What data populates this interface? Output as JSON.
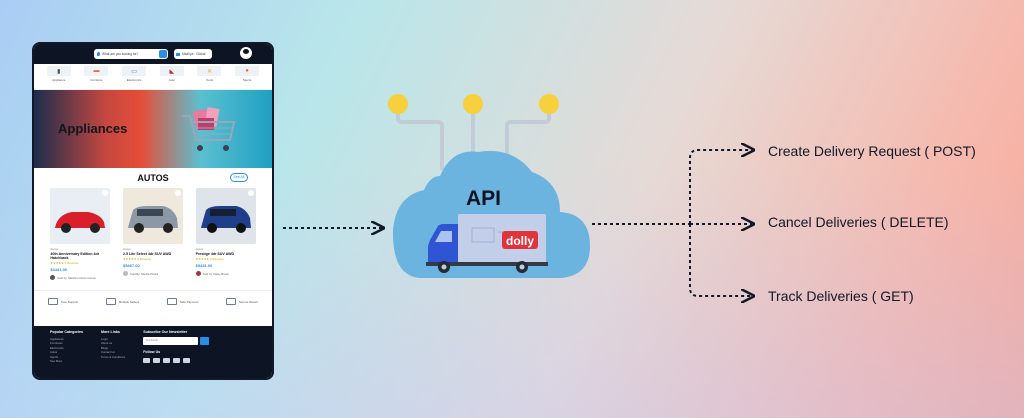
{
  "mock": {
    "search_placeholder": "What are you looking for?",
    "location": "Madhya · Global",
    "categories": [
      "Appliance",
      "Furniture",
      "Electronics",
      "Auto",
      "Tools",
      "Sports"
    ],
    "banner_title": "Appliances",
    "section_title": "AUTOS",
    "see_all": "See All",
    "cards": [
      {
        "category": "Autos",
        "name": "40th Anniversary Edition 4dr Hatchback",
        "rating": "★★★★★ 0 Reviews",
        "price": "$3441.00",
        "seller": "Sold by: Machine Driven Home"
      },
      {
        "category": "Autos",
        "name": "2.5 Lite Select 4dr SUV AWD",
        "rating": "★★★★★ 0 Reviews",
        "price": "$5467.00",
        "seller": "Sold By: Manila Picard"
      },
      {
        "category": "Autos",
        "name": "Prestige 4dr SUV AWD",
        "rating": "★★★★★ 0 Reviews",
        "price": "$5431.00",
        "seller": "Sold by: Daisy Brown"
      }
    ],
    "features": [
      "Free Support",
      "Multiple Sellers",
      "Safe Payment",
      "Secure Return"
    ],
    "footer": {
      "popular_title": "Popular Categories",
      "popular_items": [
        "Appliances",
        "Furnitures",
        "Electronics",
        "Autos",
        "Sports",
        "See More"
      ],
      "links_title": "More Links",
      "links_items": [
        "Login",
        "About us",
        "Blogs",
        "Contact Us",
        "Terms & Conditions"
      ],
      "newsletter_title": "Subscribe Our Newsletter",
      "newsletter_placeholder": "Your Email",
      "follow_title": "Follow Us"
    }
  },
  "api_label": "API",
  "truck_brand": "dolly",
  "endpoints": [
    "Create Delivery Request ( POST)",
    "Cancel Deliveries ( DELETE)",
    "Track Deliveries ( GET)"
  ],
  "colors": {
    "cloud": "#6cb4e0",
    "node": "#f8cf3d",
    "truck_cab": "#2f55d4",
    "truck_box": "#c3cfe8",
    "brand_red": "#e0343d"
  }
}
